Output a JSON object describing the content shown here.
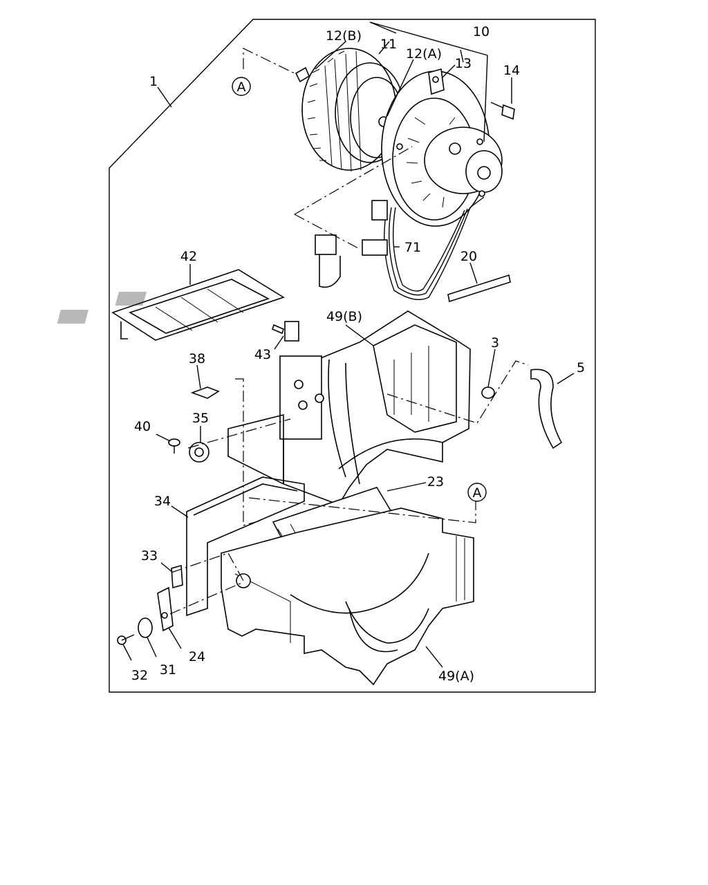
{
  "labels": {
    "p1": "1",
    "p3": "3",
    "p5": "5",
    "p10": "10",
    "p11": "11",
    "p12b": "12(B)",
    "p12a": "12(A)",
    "p13": "13",
    "p14": "14",
    "p20": "20",
    "p23": "23",
    "p24": "24",
    "p31": "31",
    "p32": "32",
    "p33": "33",
    "p34": "34",
    "p35": "35",
    "p38": "38",
    "p40": "40",
    "p42": "42",
    "p43": "43",
    "p49a": "49(A)",
    "p49b": "49(B)",
    "p71": "71",
    "refA1": "A",
    "refA2": "A"
  }
}
